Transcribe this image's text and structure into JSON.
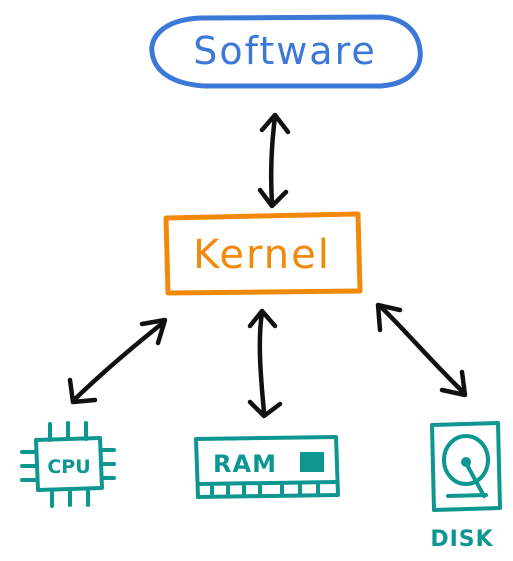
{
  "diagram": {
    "software": {
      "label": "Software",
      "color": "#3c78d8"
    },
    "kernel": {
      "label": "Kernel",
      "color": "#f3890b"
    },
    "hardware": {
      "color": "#0e9690",
      "cpu": {
        "label": "CPU"
      },
      "ram": {
        "label": "RAM"
      },
      "disk": {
        "label": "DISK"
      }
    },
    "arrow_color": "#111111"
  }
}
